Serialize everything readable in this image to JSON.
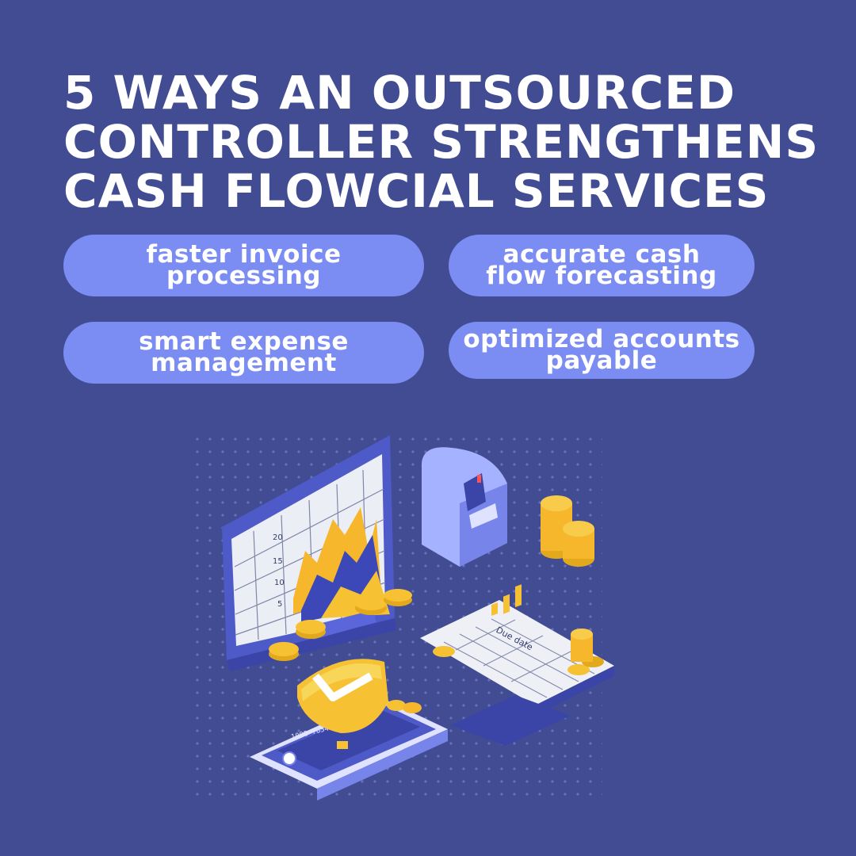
{
  "title": {
    "line1": "5 WAYS AN OUTSOURCED",
    "line2": "CONTROLLER STRENGTHENS",
    "line3": "CASH FLOWCIAL SERVICES"
  },
  "pills": [
    {
      "line1": "faster invoice",
      "line2": "processing"
    },
    {
      "line1": "accurate cash",
      "line2": "flow forecasting"
    },
    {
      "line1": "smart expense",
      "line2": "management"
    },
    {
      "line1": "optimized accounts",
      "line2": "payable"
    }
  ],
  "illustration": {
    "chart_ticks": [
      "20",
      "15",
      "10",
      "5"
    ],
    "calendar_label": "Due date",
    "card_number": "1098 7654 3210"
  },
  "colors": {
    "background": "#414c92",
    "pill": "#7b8cf2",
    "gold": "#f6c233",
    "device": "#5563d6"
  }
}
